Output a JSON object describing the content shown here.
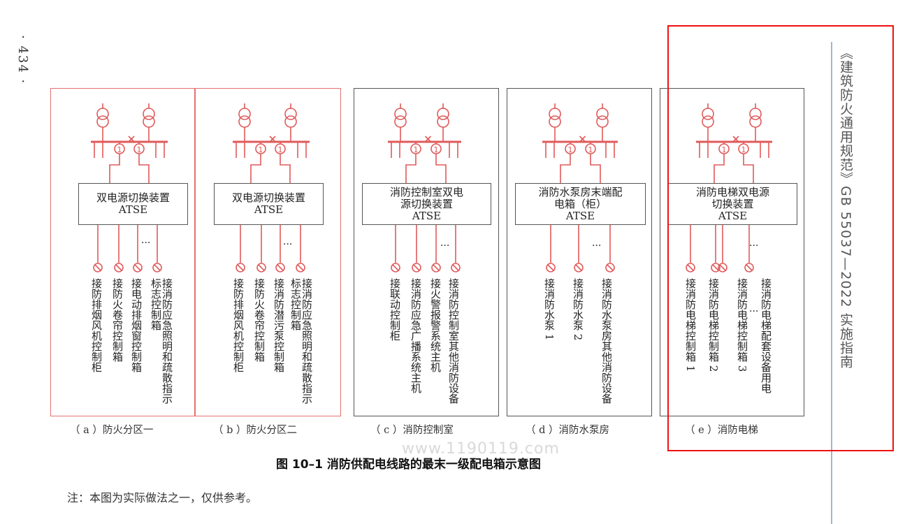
{
  "page_number": "· 434 ·",
  "side_title": "《建筑防火通用规范》GB 55037—2022 实施指南",
  "watermark": "www.1190119.com",
  "figure_title": "图 10–1   消防供配电线路的最末一级配电箱示意图",
  "note": "注：本图为实际做法之一，仅供参考。",
  "colors": {
    "highlight": "#e11111",
    "schematic": "#e05a5a",
    "panel_border": "#555555"
  },
  "panels": [
    {
      "caption": "（ a ）防火分区一",
      "atse_line1": "双电源切换装置",
      "atse_line2": "ATSE",
      "ellipsis": "···",
      "loads": [
        "接防排烟风机控制柜",
        "接防火卷帘控制箱",
        "接电动排烟窗控制箱",
        "接消防应急照明和疏散指示标志控制箱"
      ]
    },
    {
      "caption": "（ b ）防火分区二",
      "atse_line1": "双电源切换装置",
      "atse_line2": "ATSE",
      "ellipsis": "···",
      "loads": [
        "接防排烟风机控制柜",
        "接防火卷帘控制箱",
        "接消防潜污泵控制箱",
        "接消防应急照明和疏散指示标志控制箱"
      ]
    },
    {
      "caption": "（ c ）消防控制室",
      "atse_line1": "消防控制室双电\n源切换装置",
      "atse_line2": "ATSE",
      "ellipsis": "···",
      "loads": [
        "接联动控制柜",
        "接消防应急广播系统主机",
        "接火警报警系统主机",
        "接消防控制室其他消防设备"
      ]
    },
    {
      "caption": "（ d ）消防水泵房",
      "atse_line1": "消防水泵房末端配\n电箱（柜）",
      "atse_line2": "ATSE",
      "ellipsis": "···",
      "loads": [
        "接消防水泵 1",
        "接消防水泵 2",
        "接消防水泵房其他消防设备"
      ]
    },
    {
      "caption": "（ e ）消防电梯",
      "atse_line1": "消防电梯双电源\n切换装置",
      "atse_line2": "ATSE",
      "ellipsis": "···",
      "ellipsis2": "···",
      "loads": [
        "接消防电梯控制箱 1",
        "接消防电梯控制箱 2",
        "接消防电梯控制箱 3",
        "接消防电梯配套设备用电"
      ]
    }
  ]
}
